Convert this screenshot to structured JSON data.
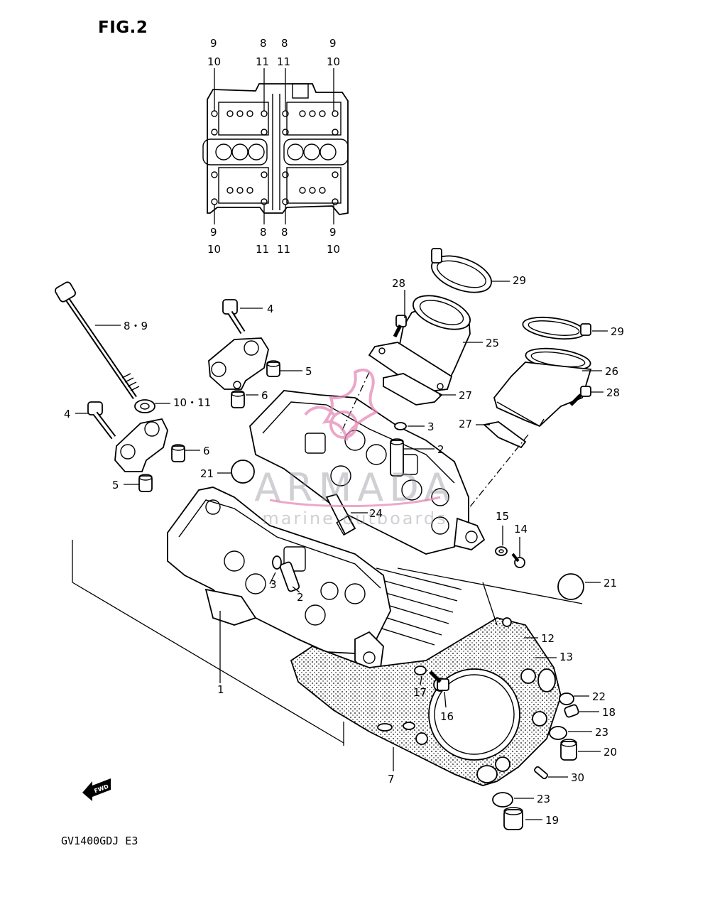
{
  "figure_title": "FIG.2",
  "model_code": "GV1400GDJ E3",
  "fwd_label": "FWD",
  "watermark": {
    "brand": "ARMADA",
    "tagline": "marine outboards"
  },
  "top_view_callouts": {
    "top": [
      {
        "upper": "9",
        "lower": "10"
      },
      {
        "upper": "8",
        "lower": "11"
      },
      {
        "upper": "8",
        "lower": "11"
      },
      {
        "upper": "9",
        "lower": "10"
      }
    ],
    "bottom": [
      {
        "upper": "9",
        "lower": "10"
      },
      {
        "upper": "8",
        "lower": "11"
      },
      {
        "upper": "8",
        "lower": "11"
      },
      {
        "upper": "9",
        "lower": "10"
      }
    ]
  },
  "callouts": {
    "c1": "1",
    "c2a": "2",
    "c2b": "2",
    "c3a": "3",
    "c3b": "3",
    "c4a": "4",
    "c4b": "4",
    "c5a": "5",
    "c5b": "5",
    "c6a": "6",
    "c6b": "6",
    "c7": "7",
    "c8_9": "8・9",
    "c10_11": "10・11",
    "c12": "12",
    "c13": "13",
    "c14": "14",
    "c15": "15",
    "c16": "16",
    "c17": "17",
    "c18": "18",
    "c19": "19",
    "c20": "20",
    "c21a": "21",
    "c21b": "21",
    "c22": "22",
    "c23a": "23",
    "c23b": "23",
    "c24": "24",
    "c25": "25",
    "c26": "26",
    "c27a": "27",
    "c27b": "27",
    "c28a": "28",
    "c28b": "28",
    "c29a": "29",
    "c29b": "29",
    "c30": "30"
  }
}
